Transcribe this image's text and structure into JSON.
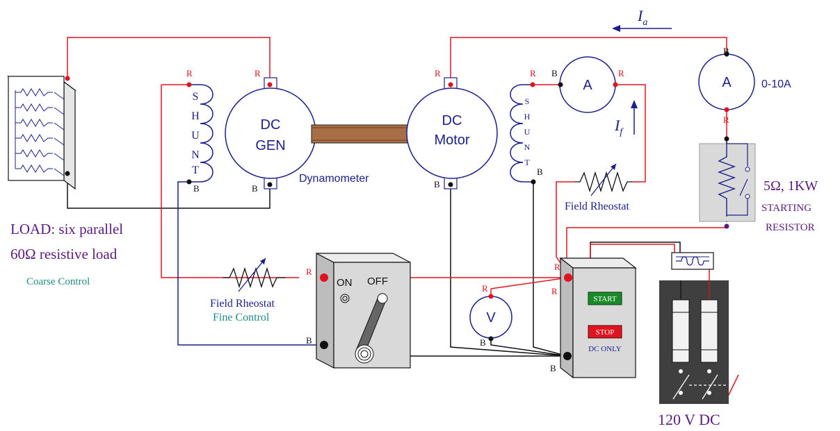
{
  "colors": {
    "red_wire": "#e0141e",
    "blue_wire": "#1a1f8c",
    "black_wire": "#111111",
    "label_purple": "#5a1a80",
    "label_teal": "#1e8a86",
    "label_navy": "#1a1f8c",
    "coupling": "#a86f46",
    "panel_gray": "#d9d9d9",
    "panel_dark": "#3f3f3f",
    "start_green": "#1a8a2a",
    "stop_red": "#e0141e"
  },
  "terminals": {
    "r": "R",
    "b": "B"
  },
  "shunt_letters": [
    "S",
    "H",
    "U",
    "N",
    "T"
  ],
  "generator": {
    "line1": "DC",
    "line2": "GEN"
  },
  "motor": {
    "line1": "DC",
    "line2": "Motor"
  },
  "dynamometer": "Dynamometer",
  "ammeter_symbol": "A",
  "voltmeter_symbol": "V",
  "ammeter_range": "0-10A",
  "ia": {
    "main": "I",
    "sub": "a"
  },
  "if": {
    "main": "I",
    "sub": "f"
  },
  "field_rheostat": "Field Rheostat",
  "fine_control": "Fine Control",
  "load": {
    "line1": "LOAD: six parallel",
    "line2": "60Ω resistive load",
    "control": "Coarse Control"
  },
  "starting_resistor": {
    "rating": "5Ω,  1KW",
    "line1": "STARTING",
    "line2": "RESISTOR"
  },
  "switch": {
    "on": "ON",
    "off": "OFF"
  },
  "starter": {
    "start": "START",
    "stop": "STOP",
    "note": "DC ONLY"
  },
  "supply": "120 V  DC"
}
